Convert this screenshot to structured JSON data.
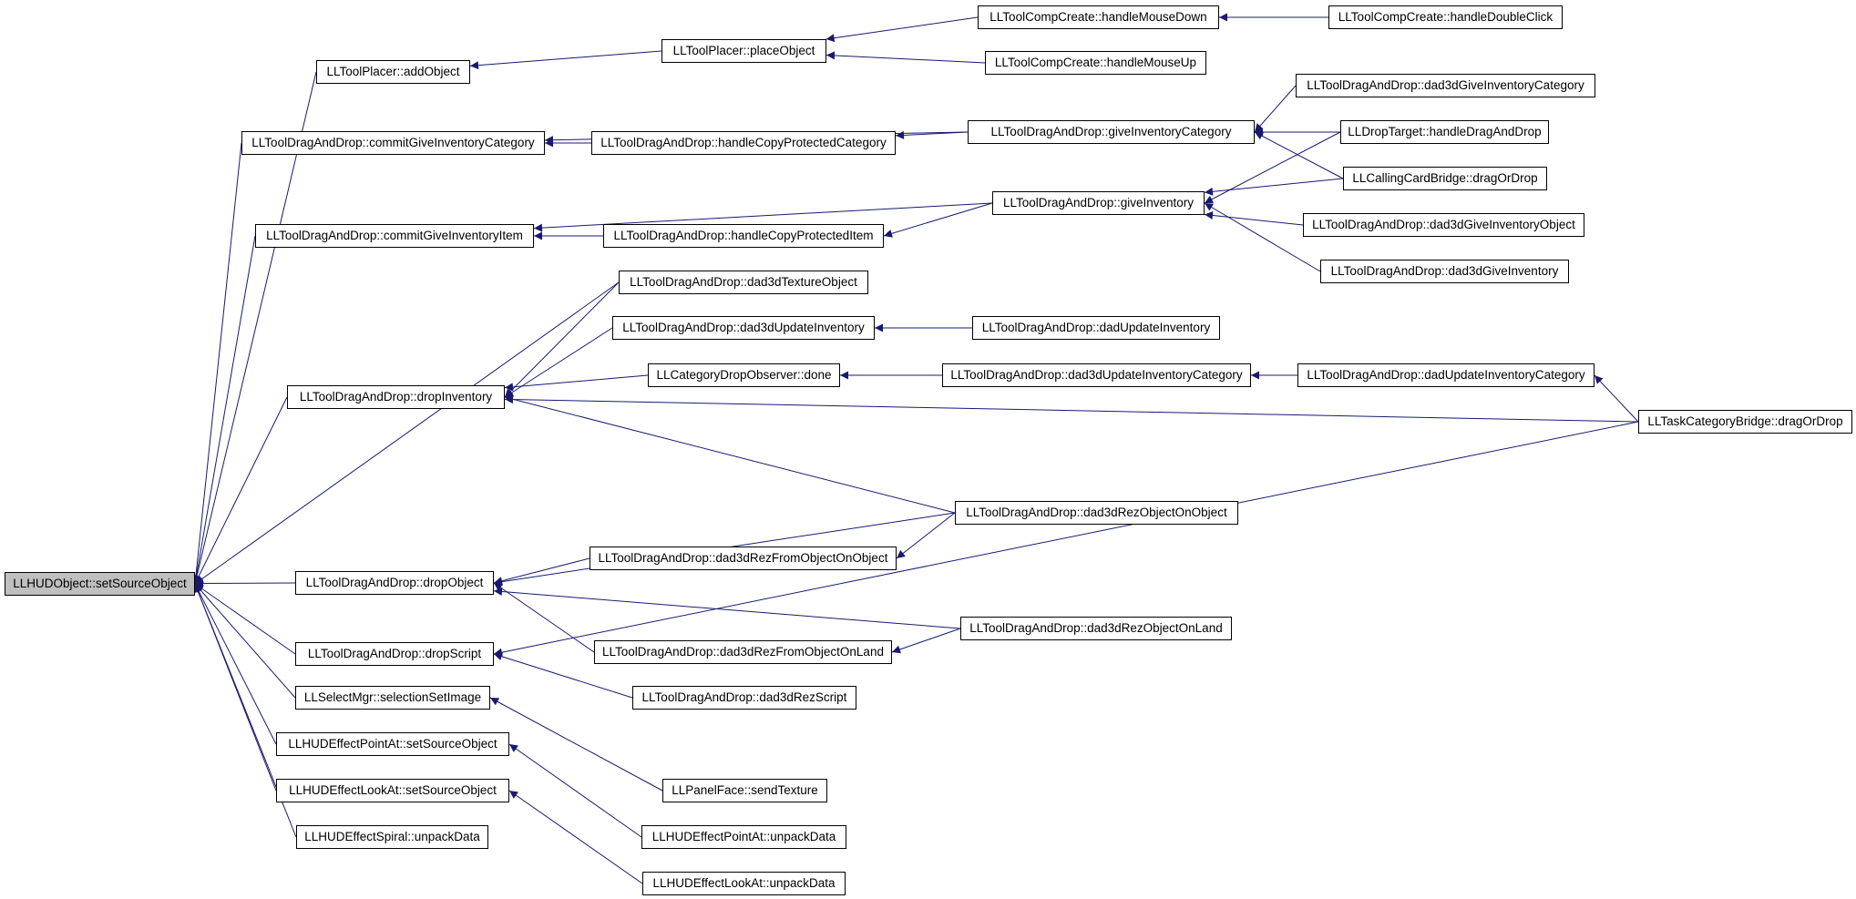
{
  "diagram": {
    "type": "call-graph",
    "colors": {
      "edge": "#191970",
      "node_border": "#000000",
      "node_fill": "#ffffff",
      "root_fill": "#bfbfbf"
    },
    "nodes": {
      "n0": "LLHUDObject::setSourceObject",
      "n1": "LLToolPlacer::addObject",
      "n2": "LLToolPlacer::placeObject",
      "n3": "LLToolCompCreate::handleMouseDown",
      "n4": "LLToolCompCreate::handleDoubleClick",
      "n5": "LLToolCompCreate::handleMouseUp",
      "n6": "LLToolDragAndDrop::dad3dGiveInventoryCategory",
      "n7": "LLToolDragAndDrop::commitGiveInventoryCategory",
      "n8": "LLToolDragAndDrop::handleCopyProtectedCategory",
      "n9": "LLToolDragAndDrop::giveInventoryCategory",
      "n10": "LLDropTarget::handleDragAndDrop",
      "n11": "LLCallingCardBridge::dragOrDrop",
      "n12": "LLToolDragAndDrop::giveInventory",
      "n13": "LLToolDragAndDrop::commitGiveInventoryItem",
      "n14": "LLToolDragAndDrop::handleCopyProtectedItem",
      "n15": "LLToolDragAndDrop::dad3dGiveInventoryObject",
      "n16": "LLToolDragAndDrop::dad3dGiveInventory",
      "n17": "LLToolDragAndDrop::dad3dTextureObject",
      "n18": "LLToolDragAndDrop::dad3dUpdateInventory",
      "n19": "LLToolDragAndDrop::dadUpdateInventory",
      "n20": "LLCategoryDropObserver::done",
      "n21": "LLToolDragAndDrop::dad3dUpdateInventoryCategory",
      "n22": "LLToolDragAndDrop::dadUpdateInventoryCategory",
      "n23": "LLToolDragAndDrop::dropInventory",
      "n24": "LLTaskCategoryBridge::dragOrDrop",
      "n25": "LLToolDragAndDrop::dad3dRezObjectOnObject",
      "n26": "LLToolDragAndDrop::dad3dRezFromObjectOnObject",
      "n27": "LLToolDragAndDrop::dropObject",
      "n28": "LLToolDragAndDrop::dad3dRezObjectOnLand",
      "n29": "LLToolDragAndDrop::dropScript",
      "n30": "LLToolDragAndDrop::dad3dRezFromObjectOnLand",
      "n31": "LLSelectMgr::selectionSetImage",
      "n32": "LLToolDragAndDrop::dad3dRezScript",
      "n33": "LLHUDEffectPointAt::setSourceObject",
      "n34": "LLPanelFace::sendTexture",
      "n35": "LLHUDEffectLookAt::setSourceObject",
      "n36": "LLHUDEffectSpiral::unpackData",
      "n37": "LLHUDEffectPointAt::unpackData",
      "n38": "LLHUDEffectLookAt::unpackData"
    },
    "edges": [
      [
        "n1",
        "n0"
      ],
      [
        "n7",
        "n0"
      ],
      [
        "n13",
        "n0"
      ],
      [
        "n17",
        "n0"
      ],
      [
        "n23",
        "n0"
      ],
      [
        "n27",
        "n0"
      ],
      [
        "n29",
        "n0"
      ],
      [
        "n31",
        "n0"
      ],
      [
        "n33",
        "n0"
      ],
      [
        "n35",
        "n0"
      ],
      [
        "n36",
        "n0"
      ],
      [
        "n2",
        "n1"
      ],
      [
        "n3",
        "n2"
      ],
      [
        "n5",
        "n2"
      ],
      [
        "n4",
        "n3"
      ],
      [
        "n8",
        "n7"
      ],
      [
        "n9",
        "n7"
      ],
      [
        "n9",
        "n8"
      ],
      [
        "n6",
        "n9"
      ],
      [
        "n10",
        "n9"
      ],
      [
        "n11",
        "n9"
      ],
      [
        "n12",
        "n13"
      ],
      [
        "n14",
        "n13"
      ],
      [
        "n12",
        "n14"
      ],
      [
        "n10",
        "n12"
      ],
      [
        "n11",
        "n12"
      ],
      [
        "n15",
        "n12"
      ],
      [
        "n16",
        "n12"
      ],
      [
        "n17",
        "n23"
      ],
      [
        "n18",
        "n23"
      ],
      [
        "n20",
        "n23"
      ],
      [
        "n24",
        "n23"
      ],
      [
        "n25",
        "n23"
      ],
      [
        "n19",
        "n18"
      ],
      [
        "n21",
        "n20"
      ],
      [
        "n22",
        "n21"
      ],
      [
        "n24",
        "n22"
      ],
      [
        "n25",
        "n27"
      ],
      [
        "n26",
        "n27"
      ],
      [
        "n28",
        "n27"
      ],
      [
        "n30",
        "n27"
      ],
      [
        "n25",
        "n26"
      ],
      [
        "n28",
        "n30"
      ],
      [
        "n32",
        "n29"
      ],
      [
        "n24",
        "n29"
      ],
      [
        "n34",
        "n31"
      ],
      [
        "n37",
        "n33"
      ],
      [
        "n38",
        "n35"
      ]
    ]
  }
}
